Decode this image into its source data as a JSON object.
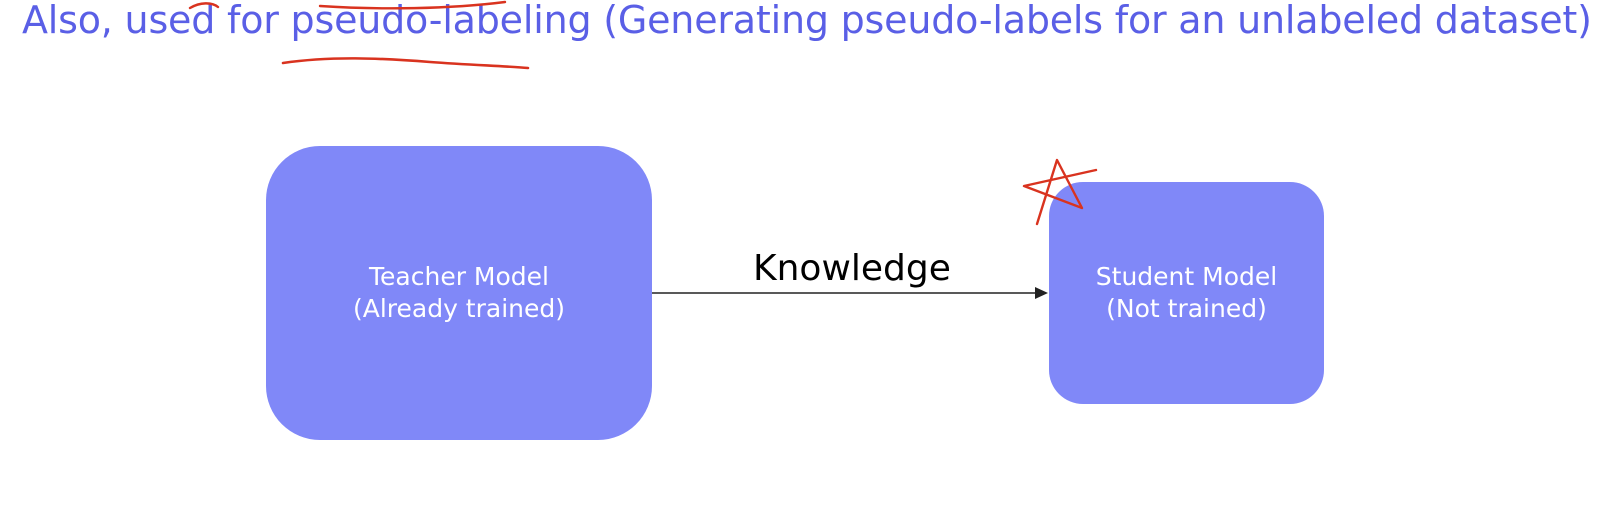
{
  "slide": {
    "heading": "Also, used for pseudo-labeling (Generating pseudo-labels for an unlabeled dataset)"
  },
  "diagram": {
    "nodes": [
      {
        "id": "teacher",
        "line1": "Teacher Model",
        "line2": "(Already trained)"
      },
      {
        "id": "student",
        "line1": "Student Model",
        "line2": "(Not trained)"
      }
    ],
    "edge": {
      "from": "teacher",
      "to": "student",
      "label": "Knowledge"
    }
  },
  "colors": {
    "heading": "#5a5fe6",
    "node_fill": "#8088f8",
    "node_text": "#ffffff",
    "annotation": "#d9331f"
  }
}
